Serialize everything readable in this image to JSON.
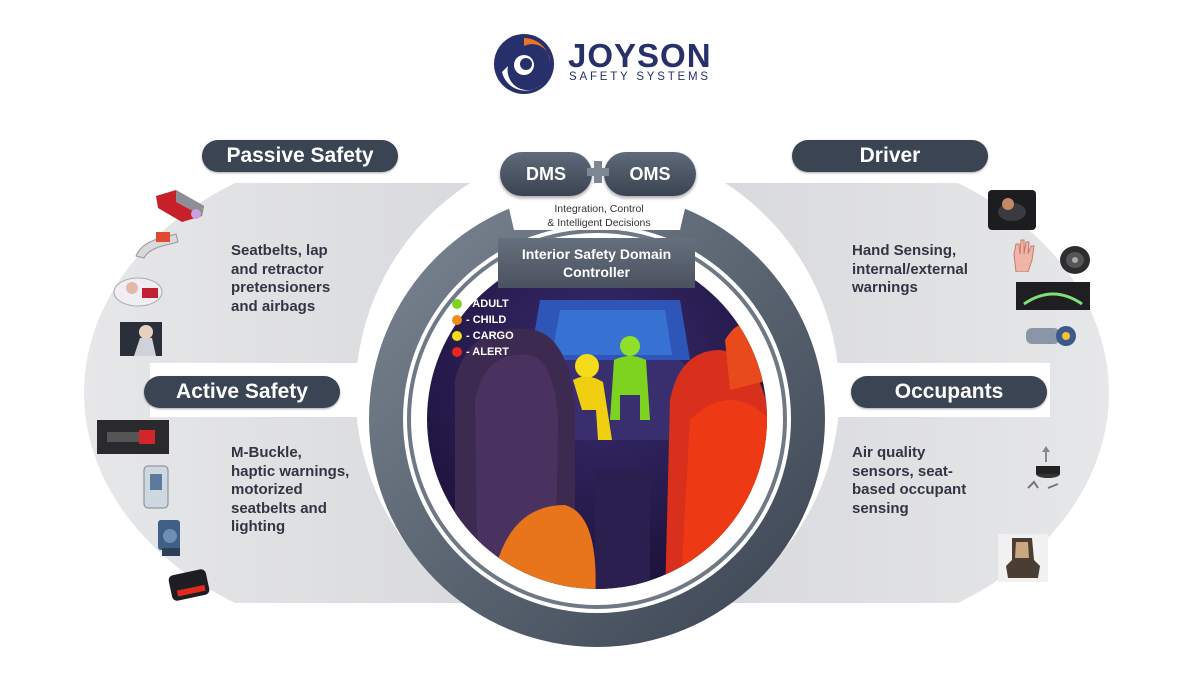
{
  "logo": {
    "name": "JOYSON",
    "subtitle": "SAFETY SYSTEMS",
    "colors": {
      "navy": "#27306a",
      "orange": "#e8742a"
    }
  },
  "center": {
    "dms": "DMS",
    "oms": "OMS",
    "integration_text": [
      "Integration, Control",
      "& Intelligent Decisions"
    ],
    "controller": [
      "Interior Safety Domain",
      "Controller"
    ],
    "legend": [
      {
        "label": "- ADULT",
        "color": "#7ed321"
      },
      {
        "label": "- CHILD",
        "color": "#f28a1e"
      },
      {
        "label": "- CARGO",
        "color": "#f5dc1a"
      },
      {
        "label": "- ALERT",
        "color": "#e8261c"
      }
    ]
  },
  "sections": {
    "passive": {
      "title": "Passive Safety",
      "lines": [
        "Seatbelts, lap",
        "and retractor",
        "pretensioners",
        "and airbags"
      ]
    },
    "active": {
      "title": "Active  Safety",
      "lines": [
        "M-Buckle,",
        "haptic warnings,",
        "motorized",
        "seatbelts and",
        "lighting"
      ]
    },
    "driver": {
      "title": "Driver",
      "lines": [
        "Hand Sensing,",
        "internal/external",
        "warnings"
      ]
    },
    "occupants": {
      "title": "Occupants",
      "lines": [
        "Air quality",
        "sensors, seat-",
        "based occupant",
        "sensing"
      ]
    }
  },
  "colors": {
    "pill": "#3b4452",
    "band": "#e0e1e3",
    "ring": "#4f5966"
  }
}
